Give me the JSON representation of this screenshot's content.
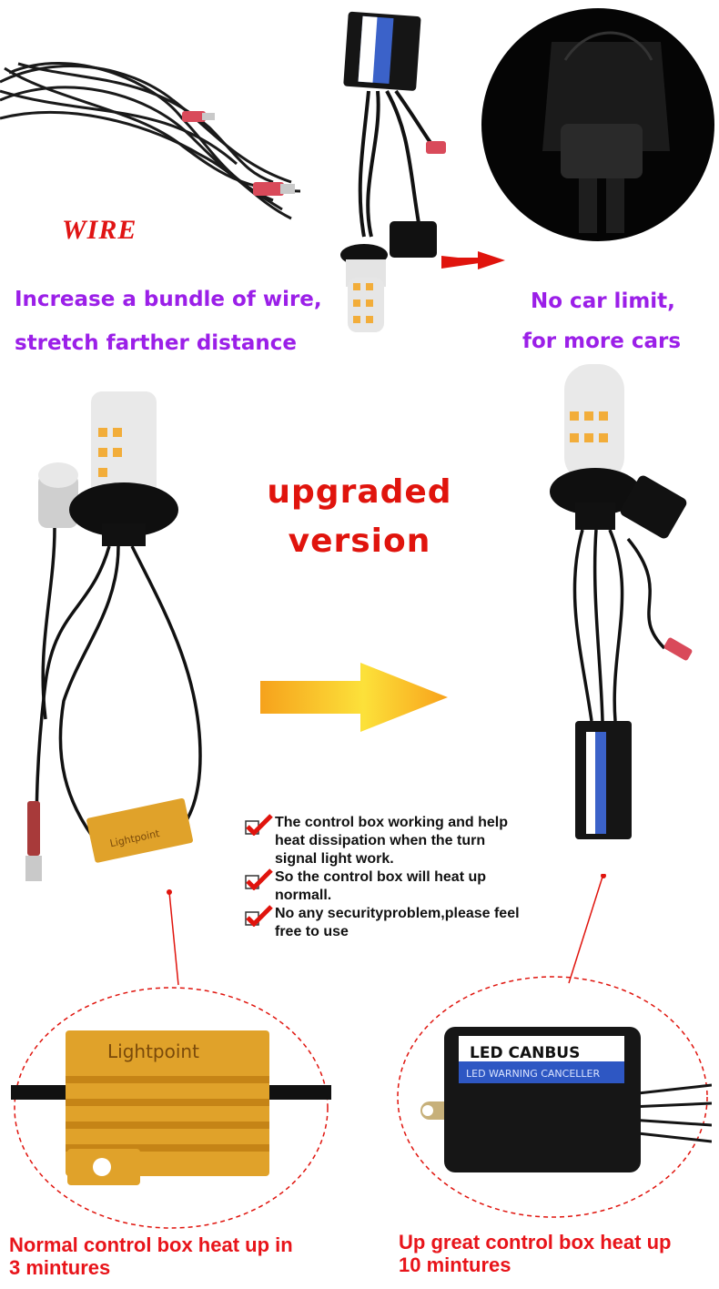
{
  "wire": {
    "title": "WIRE",
    "line1": "Increase a bundle of wire,",
    "line2": "stretch farther distance"
  },
  "no_limit": {
    "line1": "No car limit,",
    "line2": "for more cars"
  },
  "upgraded": {
    "line1": "upgraded",
    "line2": "version"
  },
  "bullets": [
    "The control box working and help heat dissipation when the turn signal light work.",
    "So the control box will heat up normall.",
    "No any securityproblem,please feel free to use"
  ],
  "old_box": {
    "brand": "Lightpoint",
    "caption_line1": "Normal control box heat up in",
    "caption_line2": "3 mintures"
  },
  "new_box": {
    "label_top": "LED CANBUS",
    "label_bottom": "LED WARNING CANCELLER",
    "caption_line1": "Up great control box heat up",
    "caption_line2": "10 mintures"
  },
  "colors": {
    "purple": "#9b1fe8",
    "red": "#e0140d",
    "gold": "#e0a22a"
  }
}
